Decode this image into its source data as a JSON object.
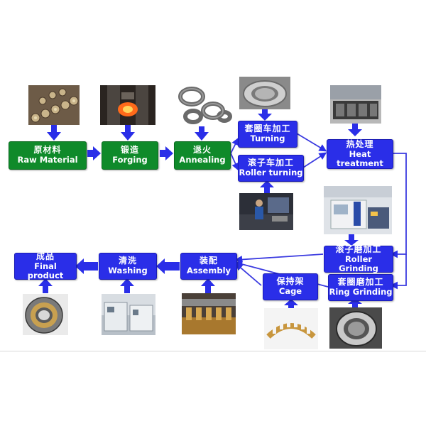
{
  "steps": {
    "raw_material": {
      "zh": "原材料",
      "en": "Raw Material"
    },
    "forging": {
      "zh": "锻造",
      "en": "Forging"
    },
    "annealing": {
      "zh": "退火",
      "en": "Annealing"
    },
    "turning": {
      "zh": "套圈车加工",
      "en": "Turning"
    },
    "roller_turning": {
      "zh": "滚子车加工",
      "en": "Roller turning"
    },
    "heat_treatment": {
      "zh": "热处理",
      "en": "Heat treatment"
    },
    "roller_grinding": {
      "zh": "滚子磨加工",
      "en": "Roller Grinding"
    },
    "ring_grinding": {
      "zh": "套圈磨加工",
      "en": "Ring Grinding"
    },
    "cage": {
      "zh": "保持架",
      "en": "Cage"
    },
    "assembly": {
      "zh": "装配",
      "en": "Assembly"
    },
    "washing": {
      "zh": "清洗",
      "en": "Washing"
    },
    "final_product": {
      "zh": "成品",
      "en": "Final product"
    }
  },
  "photos": {
    "raw_material": "steel-bars-photo",
    "forging": "hot-forging-photo",
    "annealing": "annealed-rings-photo",
    "turning": "turned-ring-photo",
    "roller_turning": "lathe-operator-photo",
    "heat_treatment": "furnace-photo",
    "roller_grinding": "grinding-machine-photo",
    "ring_grinding": "ground-ring-photo",
    "cage": "brass-cage-photo",
    "assembly": "bearing-assembly-photo",
    "washing": "washing-line-photo",
    "final_product": "finished-bearing-photo"
  },
  "colors": {
    "green_box": "#0f8a2a",
    "blue_box": "#2a2ee8",
    "arrow": "#2a2ee8",
    "connector_line": "#3a3ae0"
  }
}
